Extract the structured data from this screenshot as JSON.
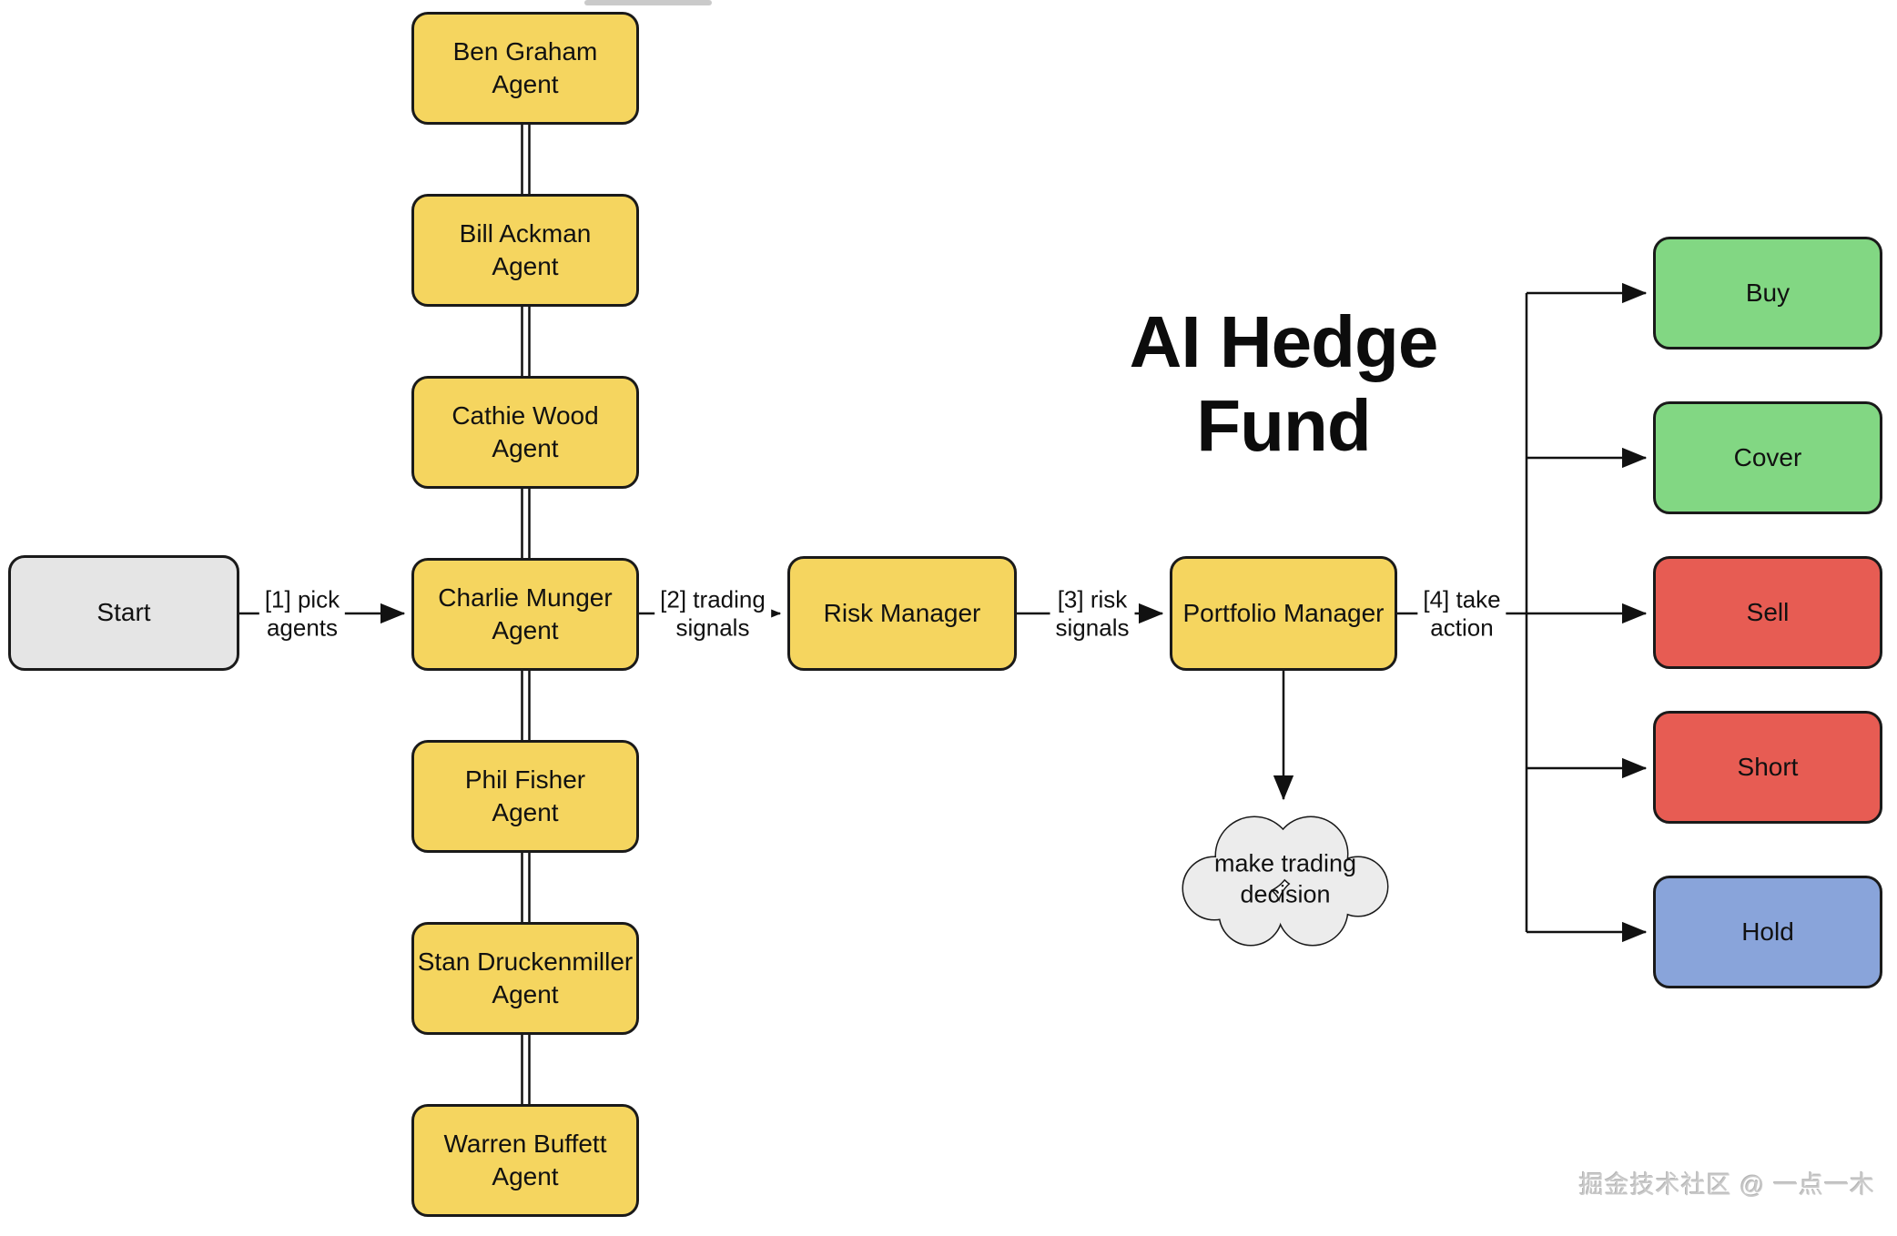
{
  "title": {
    "full": "AI Hedge Fund",
    "line1": "AI Hedge",
    "line2": "Fund"
  },
  "nodes": {
    "start": {
      "label": "Start"
    },
    "agents": [
      {
        "name": "Ben Graham",
        "suffix": "Agent"
      },
      {
        "name": "Bill Ackman",
        "suffix": "Agent"
      },
      {
        "name": "Cathie Wood",
        "suffix": "Agent"
      },
      {
        "name": "Charlie Munger",
        "suffix": "Agent"
      },
      {
        "name": "Phil Fisher",
        "suffix": "Agent"
      },
      {
        "name": "Stan Druckenmiller",
        "suffix": "Agent"
      },
      {
        "name": "Warren Buffett",
        "suffix": "Agent"
      }
    ],
    "risk_manager": {
      "label": "Risk Manager"
    },
    "portfolio_manager": {
      "label": "Portfolio Manager"
    },
    "actions": [
      {
        "label": "Buy",
        "fill": "#82d783"
      },
      {
        "label": "Cover",
        "fill": "#82d783"
      },
      {
        "label": "Sell",
        "fill": "#e75c53"
      },
      {
        "label": "Short",
        "fill": "#e75c53"
      },
      {
        "label": "Hold",
        "fill": "#89a4da"
      }
    ],
    "decision_cloud": {
      "line1": "make trading",
      "line2": "decision"
    }
  },
  "edge_labels": [
    {
      "line1": "[1] pick",
      "line2": "agents"
    },
    {
      "line1": "[2] trading",
      "line2": "signals"
    },
    {
      "line1": "[3] risk",
      "line2": "signals"
    },
    {
      "line1": "[4] take",
      "line2": "action"
    }
  ],
  "watermark": "掘金技术社区 @ 一点一木",
  "colors": {
    "agent_yellow": "#f5d55f",
    "neutral_gray": "#e5e5e5",
    "action_green": "#82d783",
    "action_red": "#e75c53",
    "action_blue": "#89a4da",
    "cloud_gray": "#ececec",
    "node_border": "#1a1a1a",
    "edge_line": "#111111"
  }
}
